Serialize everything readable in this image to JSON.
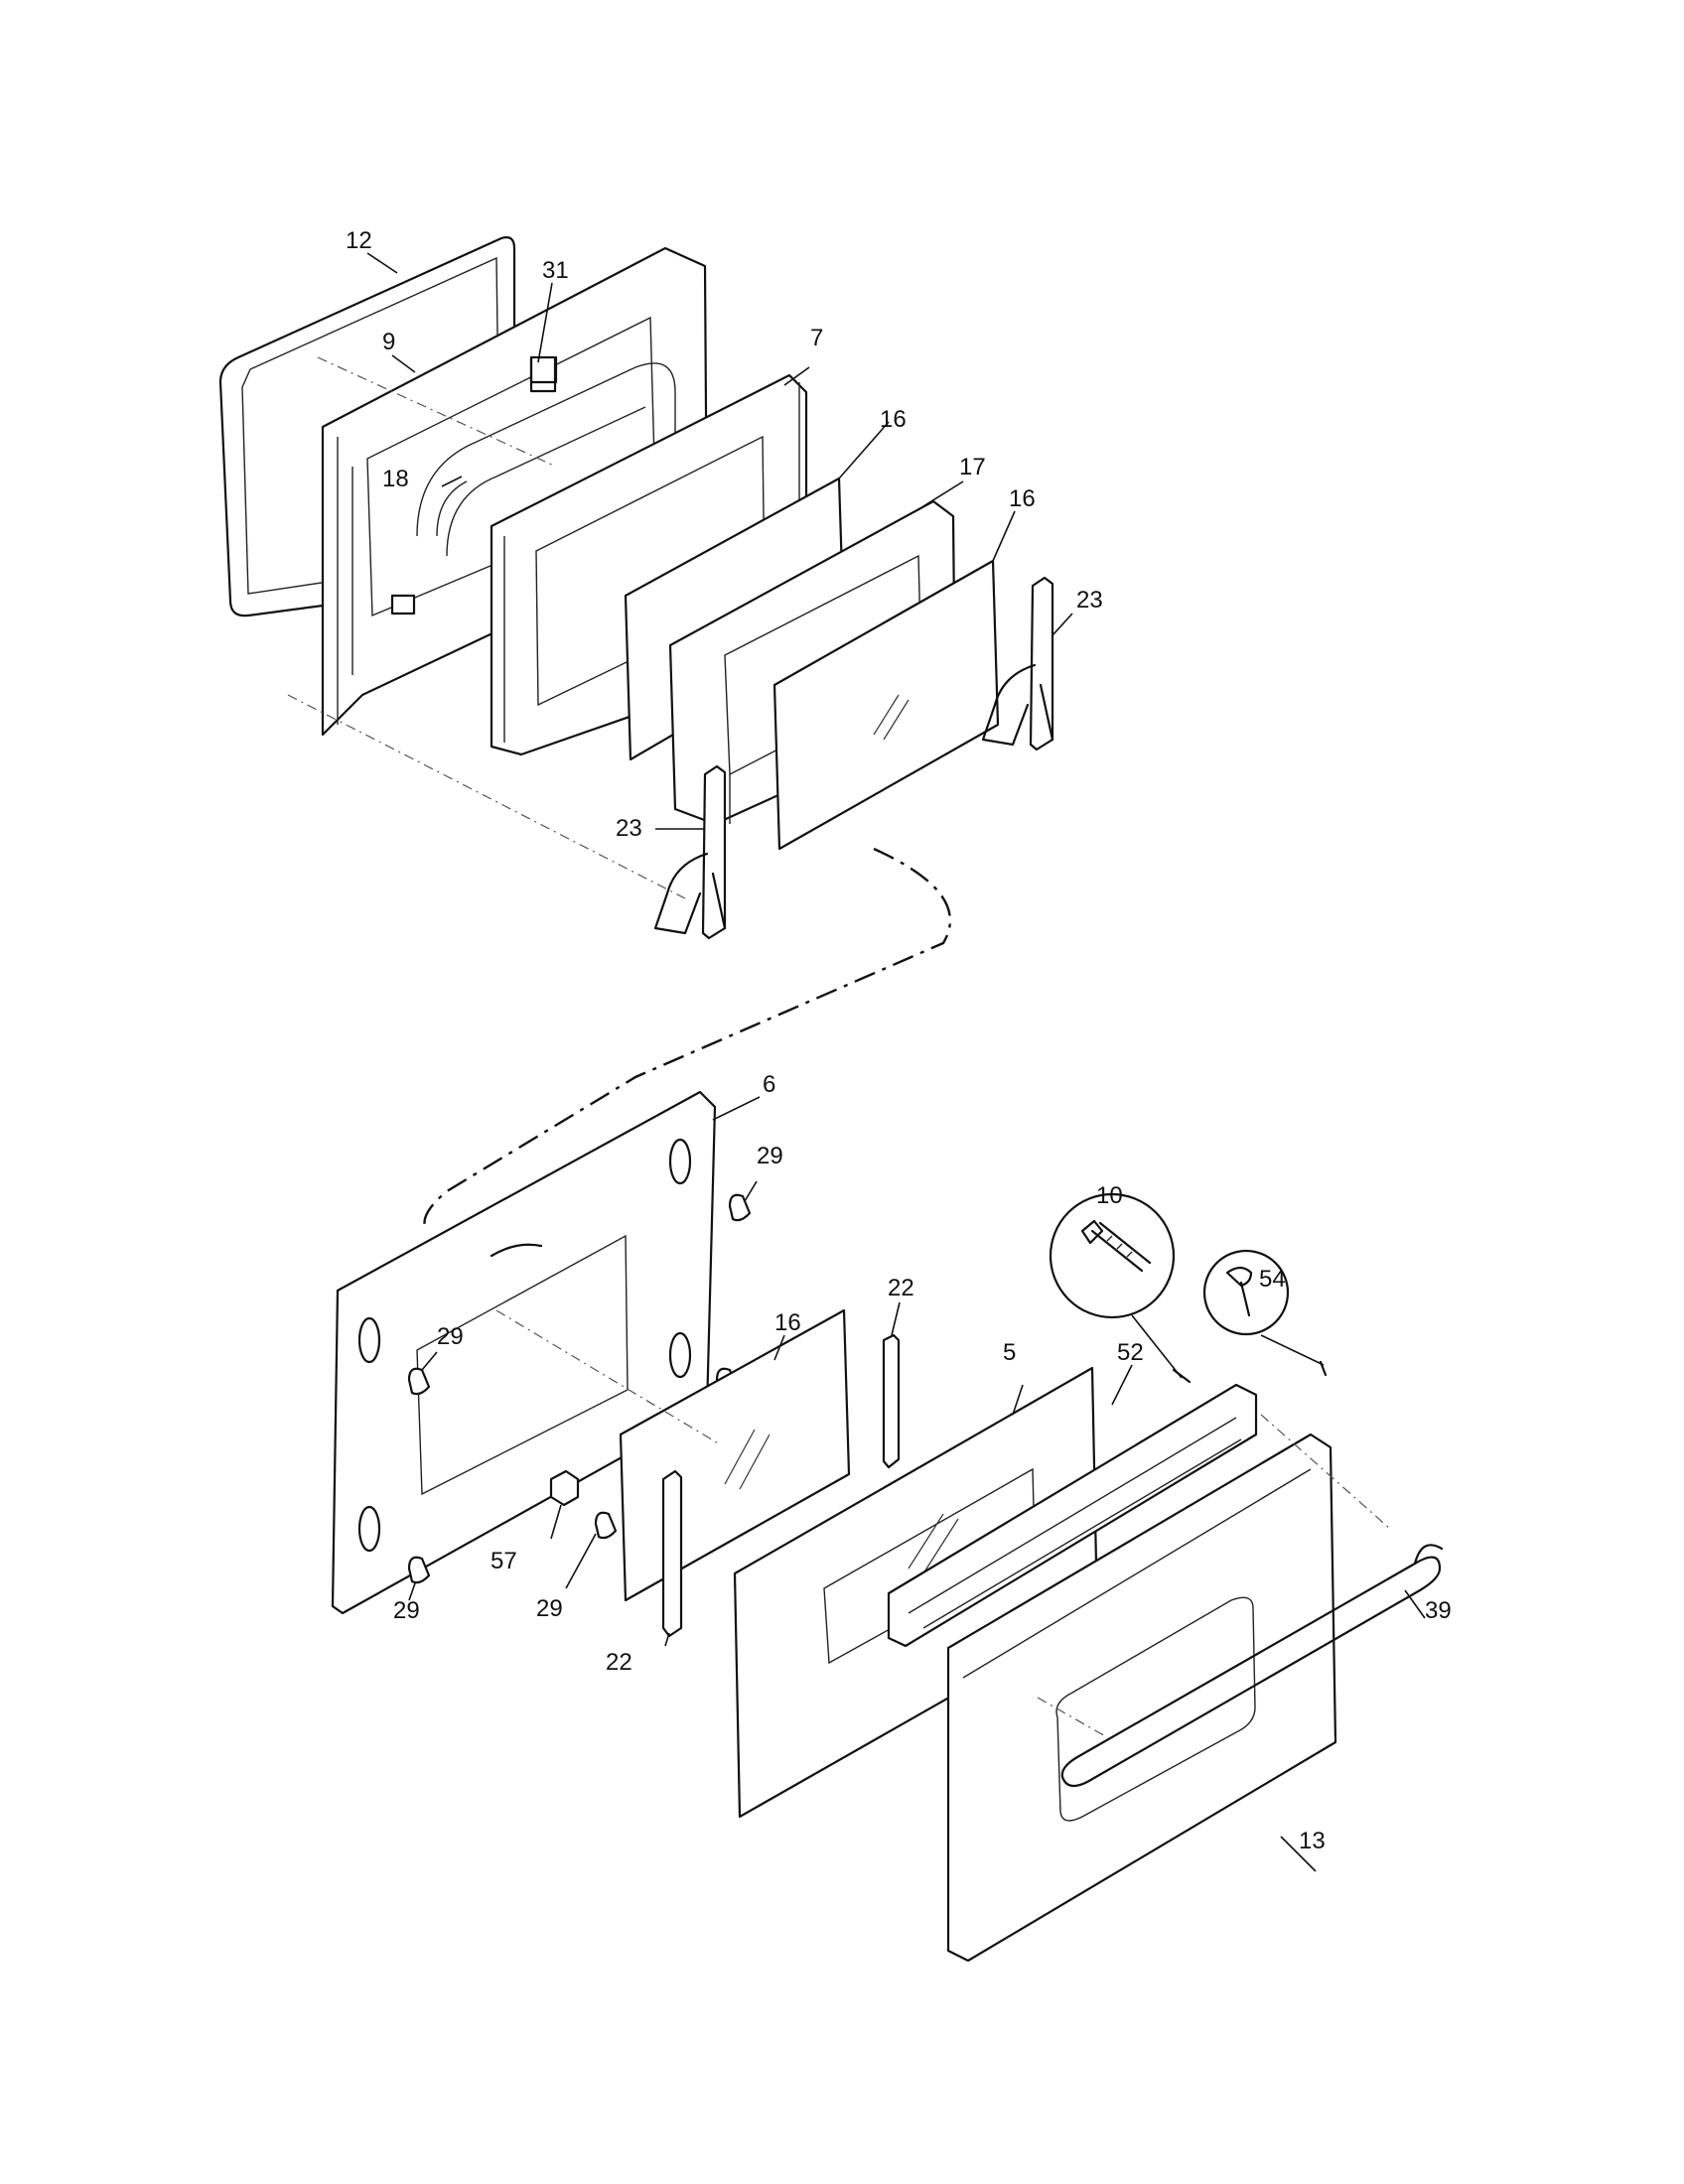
{
  "diagram": {
    "part_numbers": {
      "p12": "12",
      "p31": "31",
      "p9": "9",
      "p7": "7",
      "p16a": "16",
      "p17": "17",
      "p16b": "16",
      "p18": "18",
      "p23a": "23",
      "p23b": "23",
      "p6": "6",
      "p29a": "29",
      "p29b": "29",
      "p29c": "29",
      "p29d": "29",
      "p57": "57",
      "p16c": "16",
      "p22a": "22",
      "p22b": "22",
      "p5": "5",
      "p10": "10",
      "p54": "54",
      "p52": "52",
      "p39": "39",
      "p13": "13"
    }
  }
}
